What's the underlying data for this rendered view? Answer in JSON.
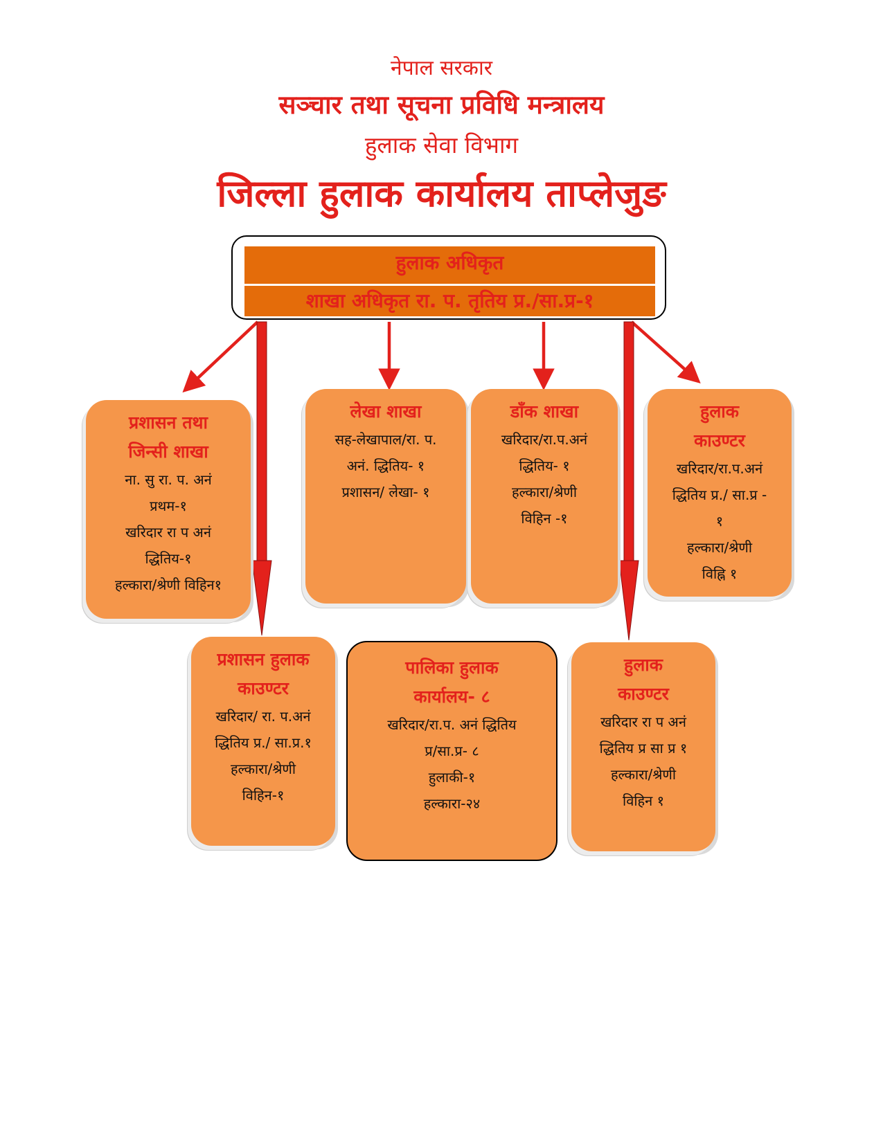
{
  "header": {
    "line1": "नेपाल  सरकार",
    "line2": "सञ्चार तथा सूचना प्रविधि मन्त्रालय",
    "line3": "हुलाक सेवा विभाग",
    "line4": "जिल्ला हुलाक कार्यालय ताप्लेजुङ"
  },
  "top": {
    "title": "हुलाक अधिकृत",
    "subtitle": "शाखा अधिकृत रा. प. तृतिय प्र./सा.प्र-१"
  },
  "colors": {
    "accent_red": "#e3211c",
    "top_band": "#e46c0a",
    "box_fill": "#f5964a"
  },
  "boxes": {
    "admin": {
      "title": [
        "प्रशासन तथा",
        "जिन्सी शाखा"
      ],
      "lines": [
        "ना. सु रा. प. अनं",
        "प्रथम-१",
        "खरिदार रा प अनं",
        "द्धितिय-१",
        "हल्कारा/श्रेणी विहिन१"
      ]
    },
    "accounts": {
      "title": [
        "लेखा शाखा"
      ],
      "lines": [
        "सह-लेखापाल/रा. प.",
        "अनं. द्धितिय- १",
        "प्रशासन/ लेखा- १"
      ]
    },
    "mail": {
      "title": [
        "डाँक  शाखा"
      ],
      "lines": [
        "खरिदार/रा.प.अनं",
        "द्धितिय- १",
        "हल्कारा/श्रेणी",
        "विहिन -१"
      ]
    },
    "counter_right": {
      "title": [
        "हुलाक",
        "काउण्टर"
      ],
      "lines": [
        "खरिदार/रा.प.अनं",
        "द्धितिय प्र./ सा.प्र -",
        "१",
        "हल्कारा/श्रेणी",
        "विह्नि १"
      ]
    },
    "admin_counter": {
      "title": [
        "प्रशासन हुलाक",
        "काउण्टर"
      ],
      "lines": [
        "खरिदार/ रा. प.अनं",
        "द्धितिय प्र./ सा.प्र.१",
        "हल्कारा/श्रेणी",
        "विहिन-१"
      ]
    },
    "municipal": {
      "title": [
        "पालिका हुलाक",
        "कार्यालय- ८"
      ],
      "lines": [
        "खरिदार/रा.प. अनं द्धितिय",
        "प्र/सा.प्र- ८",
        "हुलाकी-१",
        "हल्कारा-२४"
      ]
    },
    "counter_bottom": {
      "title": [
        "हुलाक",
        "काउण्टर"
      ],
      "lines": [
        "खरिदार रा प अनं",
        "द्धितिय प्र सा प्र १",
        "हल्कारा/श्रेणी",
        "विहिन १"
      ]
    }
  }
}
